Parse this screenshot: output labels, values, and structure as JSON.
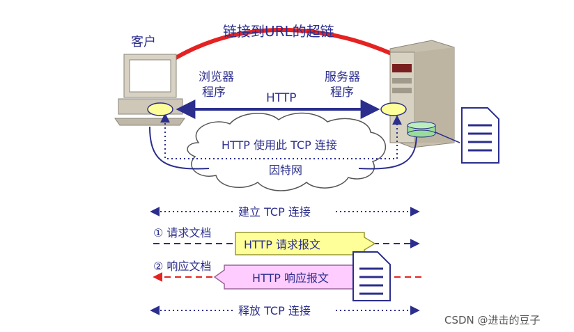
{
  "labels": {
    "top_link": "链接到URL的超链",
    "client": "客户",
    "browser_line1": "浏览器",
    "browser_line2": "程序",
    "server_line1": "服务器",
    "server_line2": "程序",
    "http": "HTTP",
    "tcp_conn": "HTTP 使用此 TCP 连接",
    "internet": "因特网",
    "establish": "建立 TCP 连接",
    "step1": "① 请求文档",
    "request_msg": "HTTP 请求报文",
    "step2": "② 响应文档",
    "response_msg": "HTTP 响应报文",
    "release": "释放 TCP 连接",
    "watermark": "CSDN @进击的豆子"
  },
  "colors": {
    "navy": "#2b2e8c",
    "red": "#e52222",
    "request_fill": "#ffff99",
    "response_fill": "#ffccff",
    "oval_fill": "#ffff99",
    "db_fill": "#99dd99",
    "machine": "#cfc8b8",
    "machine_dark": "#8a8578"
  }
}
